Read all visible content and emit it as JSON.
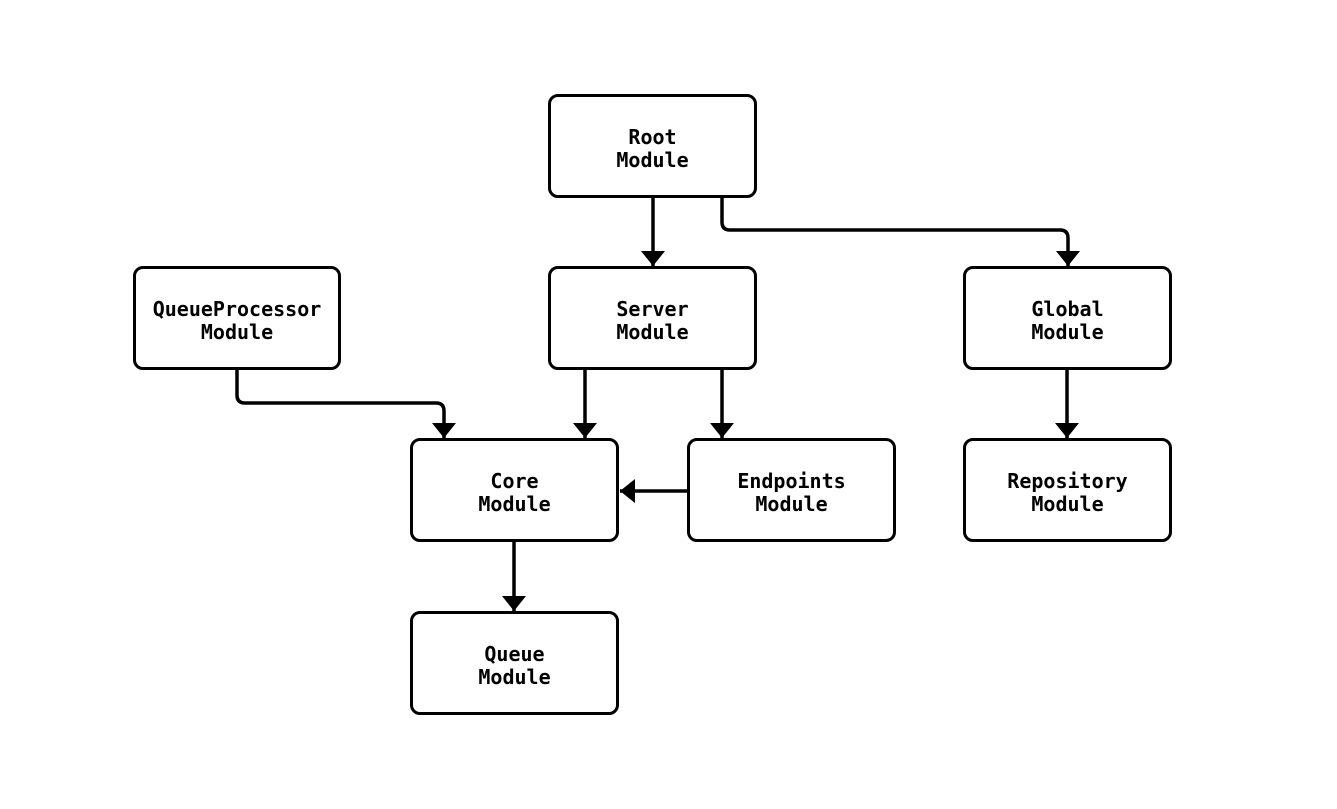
{
  "diagram": {
    "type": "flowchart",
    "direction": "top-down",
    "colors": {
      "background": "#ffffff",
      "node_fill": "#ffffff",
      "node_border": "#000000",
      "edge": "#000000",
      "text": "#000000"
    },
    "nodes": {
      "root": {
        "label": "Root\nModule"
      },
      "server": {
        "label": "Server\nModule"
      },
      "queueprocessor": {
        "label": "QueueProcessor\nModule"
      },
      "global": {
        "label": "Global\nModule"
      },
      "core": {
        "label": "Core\nModule"
      },
      "endpoints": {
        "label": "Endpoints\nModule"
      },
      "repository": {
        "label": "Repository\nModule"
      },
      "queue": {
        "label": "Queue\nModule"
      }
    },
    "edges": [
      {
        "from": "root",
        "to": "server"
      },
      {
        "from": "root",
        "to": "global"
      },
      {
        "from": "queueprocessor",
        "to": "core"
      },
      {
        "from": "server",
        "to": "core"
      },
      {
        "from": "server",
        "to": "endpoints"
      },
      {
        "from": "endpoints",
        "to": "core"
      },
      {
        "from": "global",
        "to": "repository"
      },
      {
        "from": "core",
        "to": "queue"
      }
    ]
  }
}
